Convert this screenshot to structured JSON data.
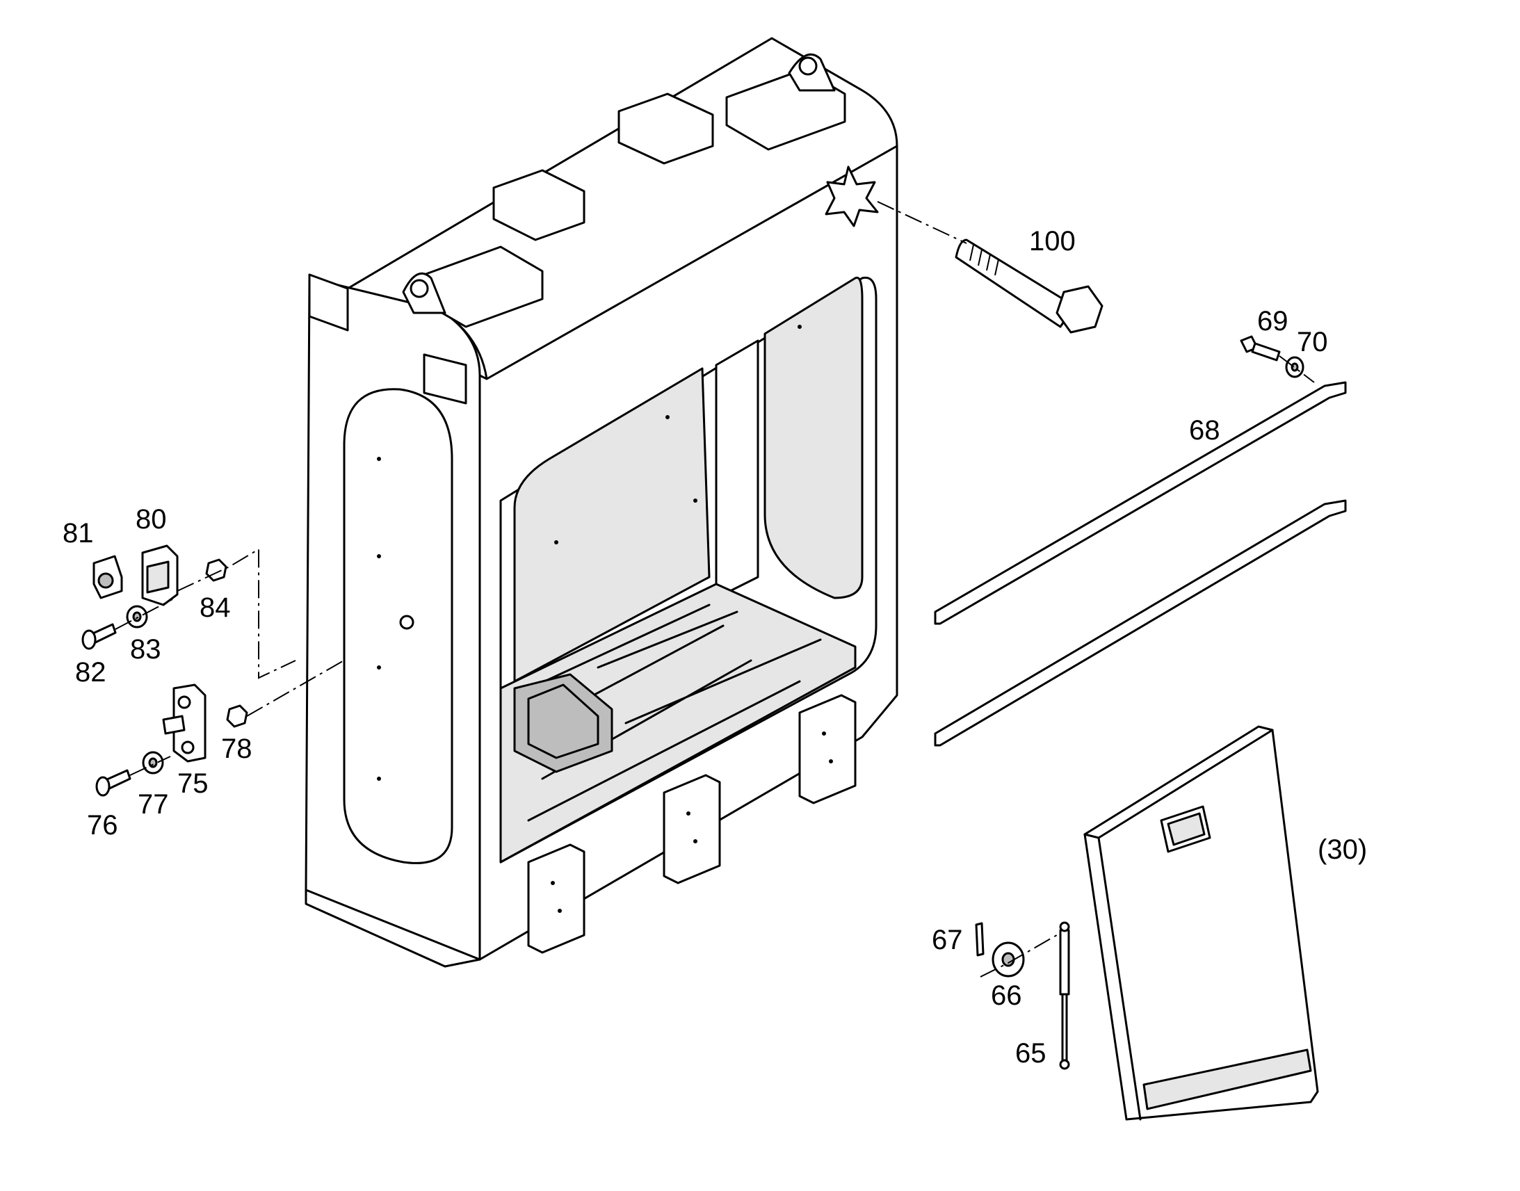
{
  "callouts": [
    {
      "id": "100",
      "label": "100"
    },
    {
      "id": "69",
      "label": "69"
    },
    {
      "id": "70",
      "label": "70"
    },
    {
      "id": "68",
      "label": "68"
    },
    {
      "id": "81",
      "label": "81"
    },
    {
      "id": "80",
      "label": "80"
    },
    {
      "id": "84",
      "label": "84"
    },
    {
      "id": "83",
      "label": "83"
    },
    {
      "id": "82",
      "label": "82"
    },
    {
      "id": "78",
      "label": "78"
    },
    {
      "id": "75",
      "label": "75"
    },
    {
      "id": "77",
      "label": "77"
    },
    {
      "id": "76",
      "label": "76"
    },
    {
      "id": "30",
      "label": "(30)"
    },
    {
      "id": "67",
      "label": "67"
    },
    {
      "id": "66",
      "label": "66"
    },
    {
      "id": "65",
      "label": "65"
    }
  ]
}
